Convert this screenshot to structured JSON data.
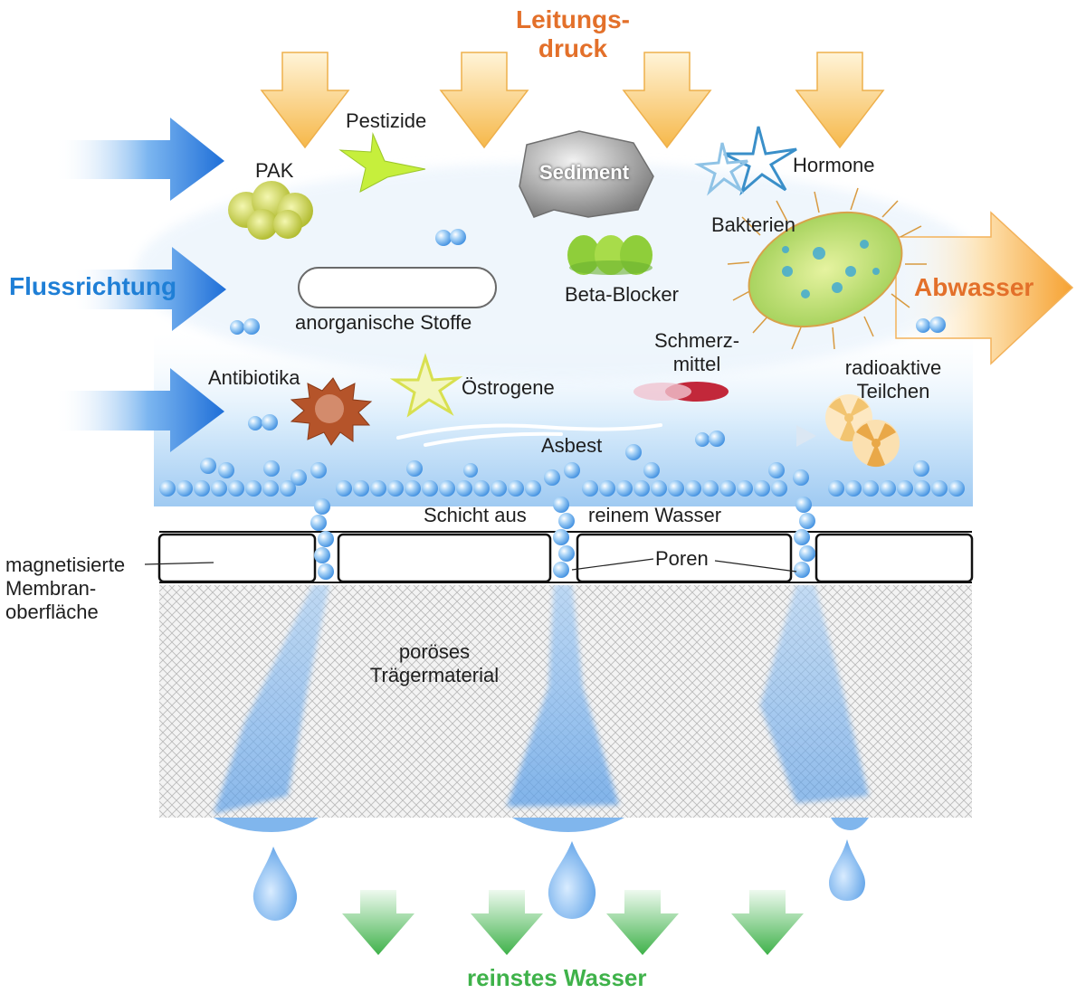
{
  "labels": {
    "pressure_line1": "Leitungs-",
    "pressure_line2": "druck",
    "flow_direction": "Flussrichtung",
    "wastewater": "Abwasser",
    "pure_water": "reinstes Wasser",
    "pak": "PAK",
    "pesticides": "Pestizide",
    "sediment": "Sediment",
    "hormones": "Hormone",
    "bacteria": "Bakterien",
    "beta_blocker": "Beta-Blocker",
    "inorganic": "anorganische Stoffe",
    "painkiller_line1": "Schmerz-",
    "painkiller_line2": "mittel",
    "antibiotics": "Antibiotika",
    "estrogens": "Östrogene",
    "radioactive_line1": "radioaktive",
    "radioactive_line2": "Teilchen",
    "asbestos": "Asbest",
    "layer_part1": "Schicht aus",
    "layer_part2": "reinem Wasser",
    "pores": "Poren",
    "membrane_line1": "magnetisierte",
    "membrane_line2": "Membran-",
    "membrane_line3": "oberfläche",
    "carrier_line1": "poröses",
    "carrier_line2": "Trägermaterial"
  },
  "colors": {
    "pressure_arrow": "#f6b84a",
    "flow_arrow": "#2f7fe0",
    "wastewater_arrow": "#f5a53a",
    "pure_water_arrow": "#4bbf5a",
    "water_blue": "#7fb8ec",
    "pak_green": "#c9d53a",
    "pesticide_green": "#b8e63a",
    "antibiotic_brown": "#b5542a",
    "painkiller_red": "#c2283a",
    "radioactive_yellow": "#f2c470"
  },
  "icons": [
    "pressure-arrow-icon",
    "flow-arrow-icon",
    "wastewater-arrow-icon",
    "pure-water-arrow-icon",
    "water-drop-icon",
    "radioactive-icon",
    "bacterium-icon",
    "star-molecule-icon"
  ]
}
